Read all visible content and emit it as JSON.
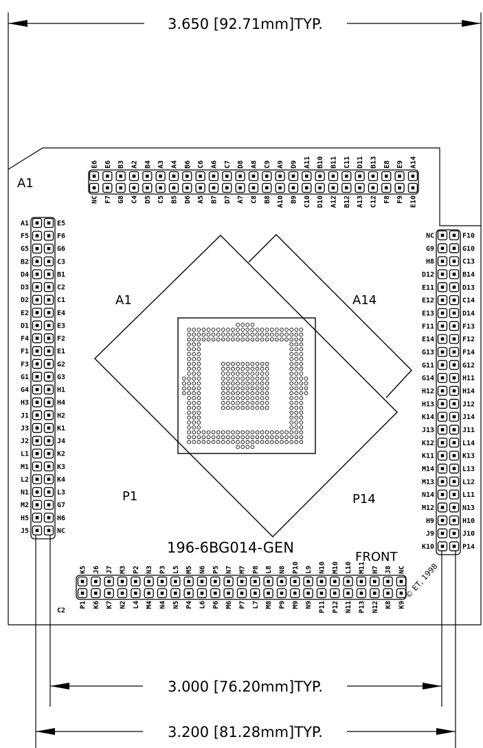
{
  "dimensions": {
    "top": "3.650 [92.71mm]TYP.",
    "middle": "3.000 [76.20mm]TYP.",
    "bottom": "3.200 [81.28mm]TYP."
  },
  "board": {
    "corner_label": "A1",
    "part_number": "196-6BG014-GEN",
    "front_label": "FRONT",
    "copyright": "© ET, 1998",
    "c2_label": "C2"
  },
  "chip": {
    "a1": "A1",
    "a14": "A14",
    "p1": "P1",
    "p14": "P14"
  },
  "headers": {
    "top_upper": [
      "E6",
      "E6",
      "B3",
      "A2",
      "B4",
      "A3",
      "A4",
      "B6",
      "C6",
      "A6",
      "C7",
      "D8",
      "A8",
      "C9",
      "A9",
      "D9",
      "A11",
      "B10",
      "B11",
      "C11",
      "D11",
      "B13",
      "E8",
      "E9",
      "A14"
    ],
    "top_lower": [
      "NC",
      "F7",
      "G8",
      "C4",
      "D5",
      "C5",
      "B5",
      "D6",
      "A5",
      "B7",
      "D7",
      "A7",
      "C8",
      "B8",
      "A10",
      "B9",
      "C10",
      "D10",
      "A12",
      "B12",
      "A13",
      "C12",
      "F8",
      "F9",
      "E10"
    ],
    "left_outer": [
      "A1",
      "F5",
      "G5",
      "B2",
      "D4",
      "D3",
      "D2",
      "E2",
      "D1",
      "F4",
      "F1",
      "F3",
      "G1",
      "G4",
      "H3",
      "J1",
      "J3",
      "J2",
      "L1",
      "M1",
      "L2",
      "N1",
      "M2",
      "H5",
      "J5"
    ],
    "left_inner": [
      "E5",
      "F6",
      "G6",
      "C3",
      "B1",
      "C2",
      "C1",
      "E4",
      "E3",
      "F2",
      "E1",
      "G2",
      "G3",
      "H1",
      "H4",
      "H2",
      "K1",
      "J4",
      "K2",
      "K3",
      "K4",
      "L3",
      "G7",
      "H6",
      "NC"
    ],
    "right_inner": [
      "NC",
      "G9",
      "H8",
      "D12",
      "E11",
      "E12",
      "E13",
      "F11",
      "E14",
      "G13",
      "G11",
      "G14",
      "H12",
      "H13",
      "K14",
      "J13",
      "K12",
      "K11",
      "M14",
      "M13",
      "N14",
      "M12",
      "H9",
      "J9",
      "K10"
    ],
    "right_outer": [
      "F10",
      "G10",
      "C13",
      "B14",
      "D13",
      "C14",
      "D14",
      "F13",
      "F12",
      "F14",
      "G12",
      "H11",
      "H14",
      "J12",
      "J14",
      "J11",
      "L14",
      "K13",
      "L13",
      "L12",
      "L11",
      "N13",
      "H10",
      "J10",
      "P14"
    ],
    "bottom_upper": [
      "K5",
      "J6",
      "J7",
      "M3",
      "P2",
      "N3",
      "P3",
      "L5",
      "M5",
      "N6",
      "P5",
      "N7",
      "M7",
      "P8",
      "L8",
      "N8",
      "P10",
      "L9",
      "N10",
      "M10",
      "L10",
      "M11",
      "H7",
      "J8",
      "NC"
    ],
    "bottom_lower": [
      "P1",
      "K6",
      "K7",
      "N2",
      "L4",
      "M4",
      "N4",
      "N5",
      "P4",
      "L6",
      "P6",
      "M6",
      "P7",
      "L7",
      "M8",
      "P9",
      "M9",
      "N9",
      "P11",
      "P12",
      "N11",
      "P13",
      "N12",
      "K8",
      "K9"
    ]
  }
}
